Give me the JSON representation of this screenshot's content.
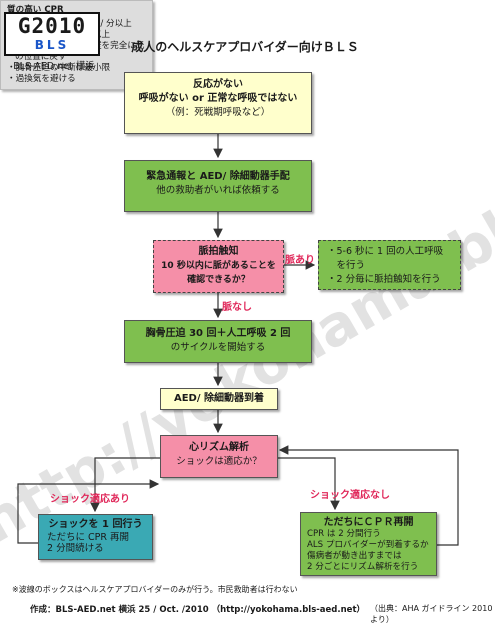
{
  "logo": {
    "main": "G2010",
    "sub": "BLS",
    "caption": "BLS-AED.net 横浜"
  },
  "title": "成人のヘルスケアプロバイダー向けＢＬＳ",
  "boxes": {
    "assess": {
      "line1": "反応がない",
      "line2": "呼吸がない or 正常な呼吸ではない",
      "line3": "（例：死戦期呼吸など）"
    },
    "call": {
      "line1": "緊急通報と AED/ 除細動器手配",
      "line2": "他の救助者がいれば依頼する"
    },
    "pulse": {
      "line1": "脈拍触知",
      "line2": "10 秒以内に脈があることを",
      "line3": "確認できるか？"
    },
    "rescue": {
      "item1a": "・5-6 秒に 1 回の人工呼吸",
      "item1b": "　を行う",
      "item2": "・2 分毎に脈拍触知を行う"
    },
    "cpr_cycle": {
      "line1": "胸骨圧迫 30 回＋人工呼吸 2 回",
      "line2": "のサイクルを開始する"
    },
    "aed": {
      "line1": "AED/ 除細動器到着"
    },
    "rhythm": {
      "line1": "心リズム解析",
      "line2": "ショックは適応か？"
    },
    "shock": {
      "line1": "ショックを 1 回行う",
      "line2": "ただちに CPR 再開",
      "line3": "2 分間続ける"
    },
    "noshock": {
      "line1": "ただちにＣＰＲ再開",
      "line2": "CPR は 2 分間行う",
      "line3": "ALS プロバイダーが到着するか",
      "line4": "傷病者が動き出すまでは",
      "line5": "2 分ごとにリズム解析を行う"
    }
  },
  "labels": {
    "pulse_yes": "脈あり",
    "pulse_no": "脈なし",
    "shock_yes": "ショック適応あり",
    "shock_no": "ショック適応なし"
  },
  "cpr_quality": {
    "heading": "質の高い CPR",
    "items": [
      "・圧迫の速さは 100 回 / 分以上",
      "・圧迫の深さは５ｃｍ以上",
      "・圧迫毎に力を抜き胸壁を完全に元の位置に戻す",
      "・胸骨圧迫の中断は最小限",
      "・過換気を避ける"
    ]
  },
  "footnote": "※波線のボックスはヘルスケアプロバイダーのみが行う。市民救助者は行わない",
  "footer": "作成：BLS-AED.net 横浜 25 / Oct. /2010 （http://yokohama.bls-aed.net）",
  "source": "（出典：AHA ガイドライン 2010 より）",
  "watermark": "http://yokohama.bls-aed.net",
  "colors": {
    "yellow": "#ffffcc",
    "green": "#7fbf4f",
    "pink": "#f58fa8",
    "teal": "#3aa9b4",
    "label_red": "#e0285a"
  }
}
